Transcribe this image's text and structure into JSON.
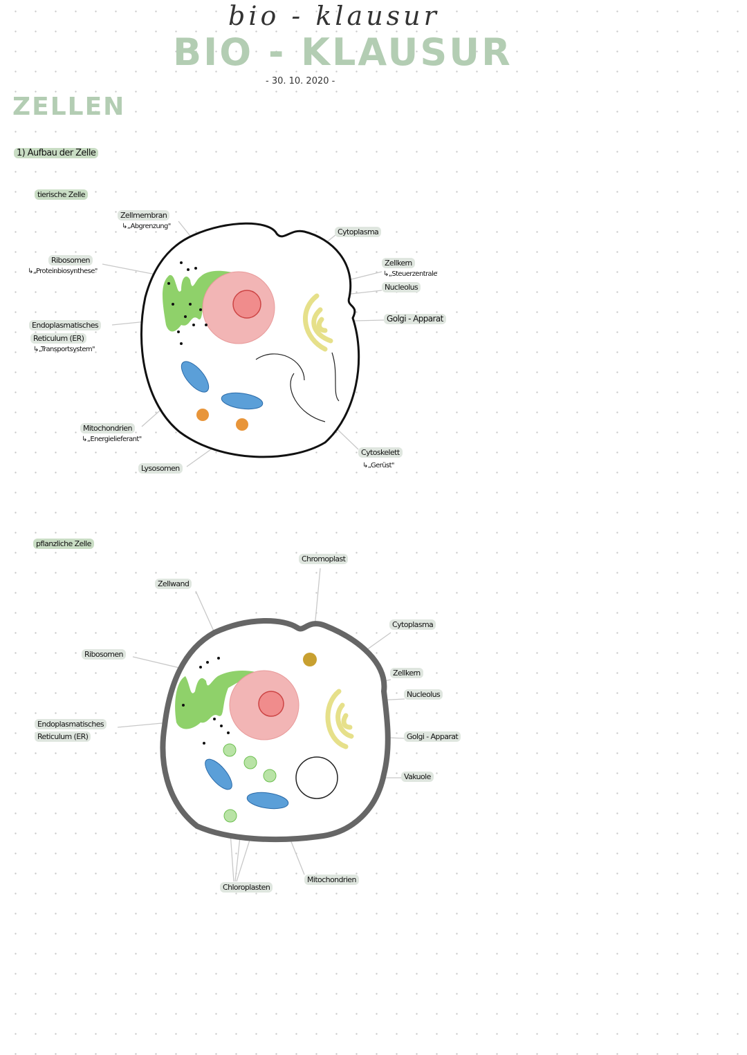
{
  "header": {
    "title": "BIO - KLAUSUR",
    "title_script": "bio - klausur",
    "date": "- 30. 10. 2020 -"
  },
  "section": {
    "title": "ZELLEN",
    "subsection": "1)  Aufbau der Zelle"
  },
  "animal_cell": {
    "heading": "tierische Zelle",
    "labels": {
      "membrane": "Zellmembran",
      "membrane_note": "↳„Abgrenzung\"",
      "ribosomes": "Ribosomen",
      "ribosomes_note": "↳„Proteinbiosynthese\"",
      "er1": "Endoplasmatisches",
      "er2": "Reticulum (ER)",
      "er_note": "↳„Transportsystem\"",
      "mito": "Mitochondrien",
      "mito_note": "↳„Energielieferant\"",
      "lyso": "Lysosomen",
      "cytoplasma": "Cytoplasma",
      "nucleus": "Zellkern",
      "nucleus_note": "↳„Steuerzentrale",
      "nucleolus": "Nucleolus",
      "golgi": "Golgi - Apparat",
      "cytoskeleton": "Cytoskelett",
      "cytoskeleton_note": "↳„Gerüst\""
    }
  },
  "plant_cell": {
    "heading": "pflanzliche Zelle",
    "labels": {
      "chromoplast": "Chromoplast",
      "cellwall": "Zellwand",
      "ribosomes": "Ribosomen",
      "er1": "Endoplasmatisches",
      "er2": "Reticulum (ER)",
      "cytoplasma": "Cytoplasma",
      "nucleus": "Zellkern",
      "nucleolus": "Nucleolus",
      "golgi": "Golgi - Apparat",
      "vacuole": "Vakuole",
      "mito": "Mitochondrien",
      "chloroplasts": "Chloroplasten"
    }
  },
  "colors": {
    "accent": "#b3cdb3",
    "er": "#8fd16a",
    "nucleus": "#f2b5b5",
    "nucleolus": "#f08c8c",
    "golgi": "#f3efa8",
    "mito": "#5b9fd8",
    "lyso": "#e8953a",
    "chromoplast": "#c8a030",
    "chloroplast": "#b9e3a6"
  }
}
